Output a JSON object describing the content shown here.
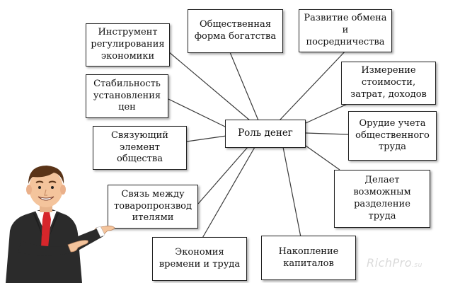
{
  "diagram": {
    "center": "Роль денег",
    "nodes": [
      {
        "id": "regulation",
        "label": "Инструмент\nрегулирования\nэкономики"
      },
      {
        "id": "wealth",
        "label": "Общественная\nформа богатства"
      },
      {
        "id": "exchange",
        "label": "Развитие обмена\nи\nпосредничества"
      },
      {
        "id": "stability",
        "label": "Стабильность\nустановления\nцен"
      },
      {
        "id": "measure",
        "label": "Измерение\nстоимости,\nзатрат, доходов"
      },
      {
        "id": "link",
        "label": "Связующий\nэлемент\nобщества"
      },
      {
        "id": "labor_tool",
        "label": "Орудие учета\nобщественного\nтруда"
      },
      {
        "id": "producers",
        "label": "Связь между\nтоваропронзвод\nителями"
      },
      {
        "id": "division",
        "label": "Делает\nвозможным\nразделение\nтруда"
      },
      {
        "id": "economy",
        "label": "Экономия\nвремени и труда"
      },
      {
        "id": "capital",
        "label": "Накопление\nкапиталов"
      }
    ]
  },
  "watermark": {
    "text": "RichPro",
    "tld": ".su"
  },
  "colors": {
    "line": "#3a3a3a",
    "suit": "#2b2b2b",
    "tie": "#d6262b",
    "skin": "#f4c49c",
    "hair": "#5a3418"
  }
}
